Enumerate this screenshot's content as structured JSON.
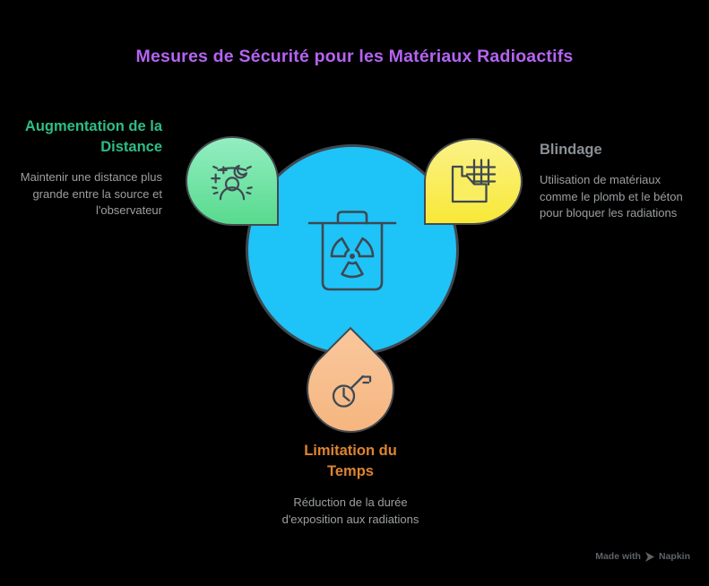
{
  "title": "Mesures de Sécurité pour les Matériaux Radioactifs",
  "title_color": "#B564F2",
  "background_color": "#000000",
  "center": {
    "icon": "radioactive-waste-bin-icon",
    "fill_color": "#1EC3F8",
    "stroke_color": "#3E4850"
  },
  "nodes": {
    "distance": {
      "heading": "Augmentation de la Distance",
      "description": "Maintenir une distance plus grande entre la source et l'observateur",
      "heading_color": "#2EBD85",
      "bubble_gradient": [
        "#93EEC1",
        "#58DA8E"
      ],
      "icon": "person-stargazing-icon",
      "tip_direction": "bottom-right"
    },
    "blindage": {
      "heading": "Blindage",
      "description": "Utilisation de matériaux comme le plomb et le béton pour bloquer les radiations",
      "heading_color": "#8A9095",
      "bubble_gradient": [
        "#FBF288",
        "#F8E837"
      ],
      "icon": "shield-wall-grid-icon",
      "tip_direction": "bottom-left"
    },
    "temps": {
      "heading": "Limitation du Temps",
      "description": "Réduction de la durée d'exposition aux radiations",
      "heading_color": "#DE8430",
      "bubble_gradient": [
        "#F9C79D",
        "#F5B37A"
      ],
      "icon": "clock-key-icon",
      "tip_direction": "top"
    }
  },
  "watermark": {
    "prefix": "Made with",
    "brand": "Napkin"
  }
}
